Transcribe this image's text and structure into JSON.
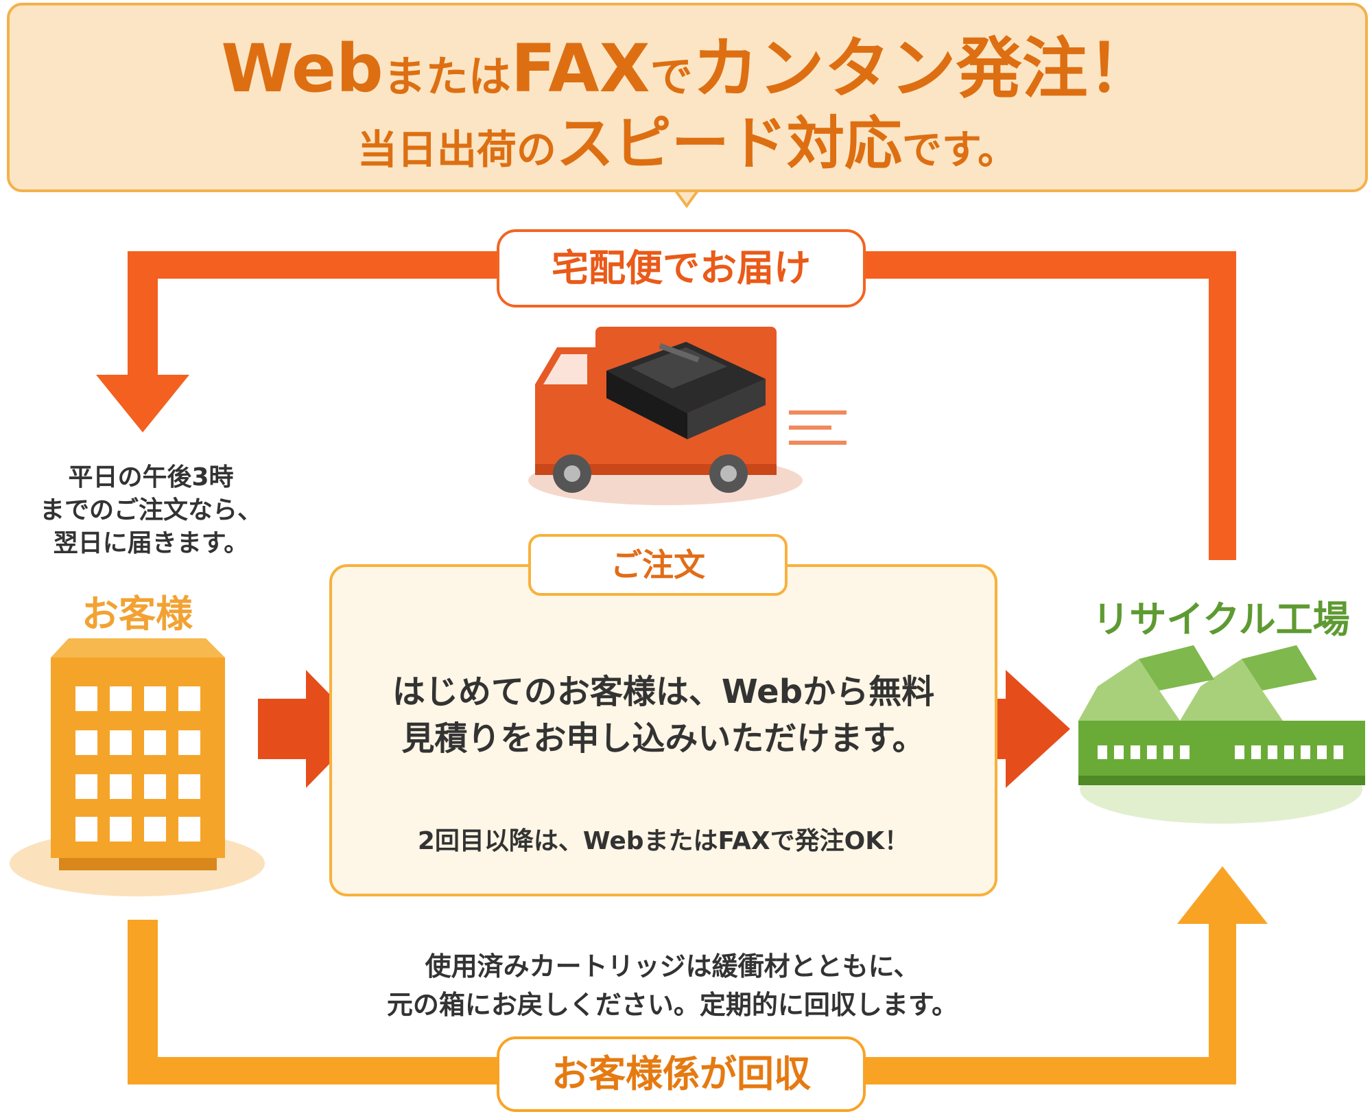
{
  "banner": {
    "line1": [
      {
        "text": "Web",
        "size": "big"
      },
      {
        "text": "または",
        "size": "small"
      },
      {
        "text": "FAX",
        "size": "big"
      },
      {
        "text": "で",
        "size": "small"
      },
      {
        "text": "カンタン発注！",
        "size": "big"
      }
    ],
    "line2": [
      {
        "text": "当日出荷の",
        "size": "small2"
      },
      {
        "text": "スピード対応",
        "size": "mid"
      },
      {
        "text": "です。",
        "size": "small2"
      }
    ]
  },
  "delivery_label": "宅配便でお届け",
  "customer_note": [
    "平日の午後3時",
    "までのご注文なら、",
    "翌日に届きます。"
  ],
  "customer_label": "お客様",
  "order": {
    "label": "ご注文",
    "main": [
      "はじめてのお客様は、Webから無料",
      "見積りをお申し込みいただけます。"
    ],
    "sub": "2回目以降は、WebまたはFAXで発注OK！"
  },
  "factory_label": "リサイクル工場",
  "return_note": [
    "使用済みカートリッジは緩衝材とともに、",
    "元の箱にお戻しください。定期的に回収します。"
  ],
  "collect_label": "お客様係が回収",
  "colors": {
    "accent_orange": "#f26522",
    "light_orange": "#f9a325",
    "banner_bg": "#fbe5c4",
    "factory_green": "#6aab38",
    "building_orange": "#f5a42a"
  }
}
